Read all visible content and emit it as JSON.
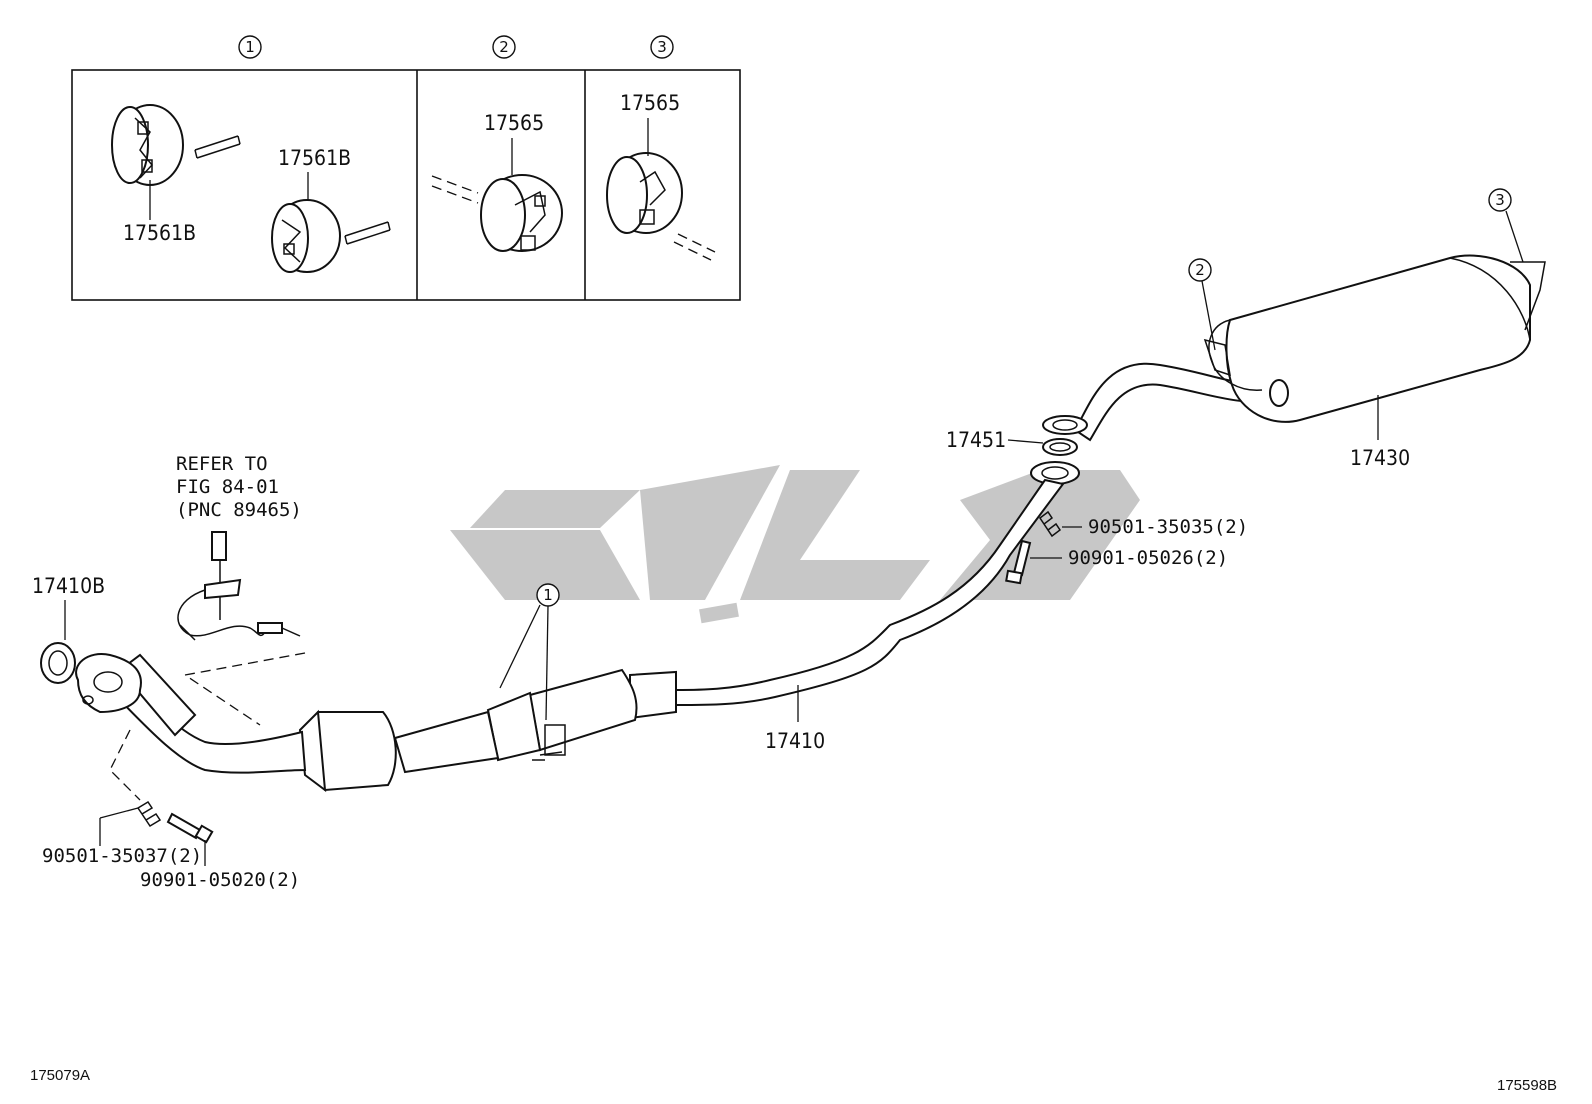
{
  "inset": {
    "groups": [
      {
        "key": "1",
        "circle": "1",
        "labels": [
          "17561B",
          "17561B"
        ]
      },
      {
        "key": "2",
        "circle": "2",
        "labels": [
          "17565"
        ]
      },
      {
        "key": "3",
        "circle": "3",
        "labels": [
          "17565"
        ]
      }
    ]
  },
  "callouts": {
    "tailpipe_muffler": "17430",
    "gasket_17451": "17451",
    "spring_front": "90501-35035(2)",
    "bolt_front": "90901-05026(2)",
    "front_pipe": "17410",
    "front_gasket": "17410B",
    "spring_rear": "90501-35037(2)",
    "bolt_rear": "90901-05020(2)",
    "circle_1": "1",
    "circle_2": "2",
    "circle_3": "3"
  },
  "refer_note": [
    "REFER TO",
    "FIG 84-01",
    "(PNC 89465)"
  ],
  "footer": {
    "left_code": "175079A",
    "right_code": "175598B"
  }
}
